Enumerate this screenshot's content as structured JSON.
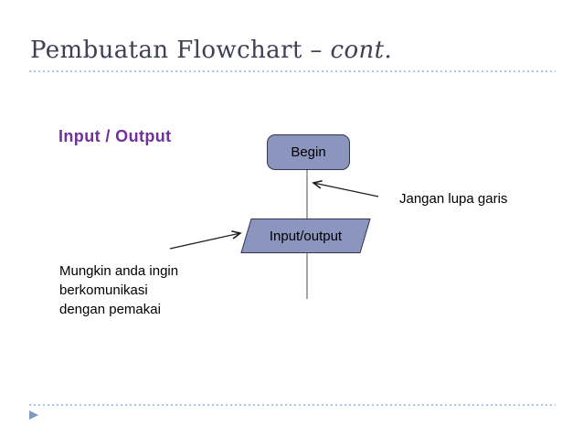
{
  "slide": {
    "title": {
      "text": "Pembuatan Flowchart – ",
      "emphasis": "cont."
    },
    "section_label": "Input / Output",
    "flowchart": {
      "begin_label": "Begin",
      "io_label": "Input/output"
    },
    "annotations": {
      "line_note": "Jangan lupa garis",
      "io_note_lines": {
        "0": "Mungkin anda ingin",
        "1": "berkomunikasi",
        "2": "dengan pemakai"
      }
    },
    "icons": {
      "footer_bullet": "right-triangle"
    },
    "colors": {
      "title_text": "#3F4055",
      "accent_purple": "#7030A0",
      "shape_fill": "#8B95BE",
      "shape_border": "#2F3553",
      "divider_dots": "#AFC5DB",
      "connector_line": "#808080",
      "arrow_line": "#1A1A1A",
      "footer_bullet": "#7E98BE",
      "body_text": "#000000",
      "background": "#FFFFFF"
    }
  }
}
